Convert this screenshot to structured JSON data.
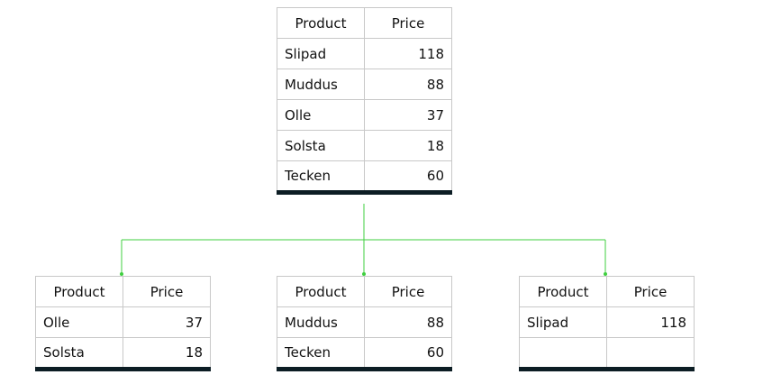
{
  "colors": {
    "connector": "#3fcf3f",
    "table_footer": "#0c1d24",
    "grid": "#c8c8c8"
  },
  "root": {
    "headers": [
      "Product",
      "Price"
    ],
    "rows": [
      [
        "Slipad",
        "118"
      ],
      [
        "Muddus",
        "88"
      ],
      [
        "Olle",
        "37"
      ],
      [
        "Solsta",
        "18"
      ],
      [
        "Tecken",
        "60"
      ]
    ]
  },
  "children": [
    {
      "headers": [
        "Product",
        "Price"
      ],
      "rows": [
        [
          "Olle",
          "37"
        ],
        [
          "Solsta",
          "18"
        ]
      ]
    },
    {
      "headers": [
        "Product",
        "Price"
      ],
      "rows": [
        [
          "Muddus",
          "88"
        ],
        [
          "Tecken",
          "60"
        ]
      ]
    },
    {
      "headers": [
        "Product",
        "Price"
      ],
      "rows": [
        [
          "Slipad",
          "118"
        ],
        [
          "",
          ""
        ]
      ]
    }
  ]
}
